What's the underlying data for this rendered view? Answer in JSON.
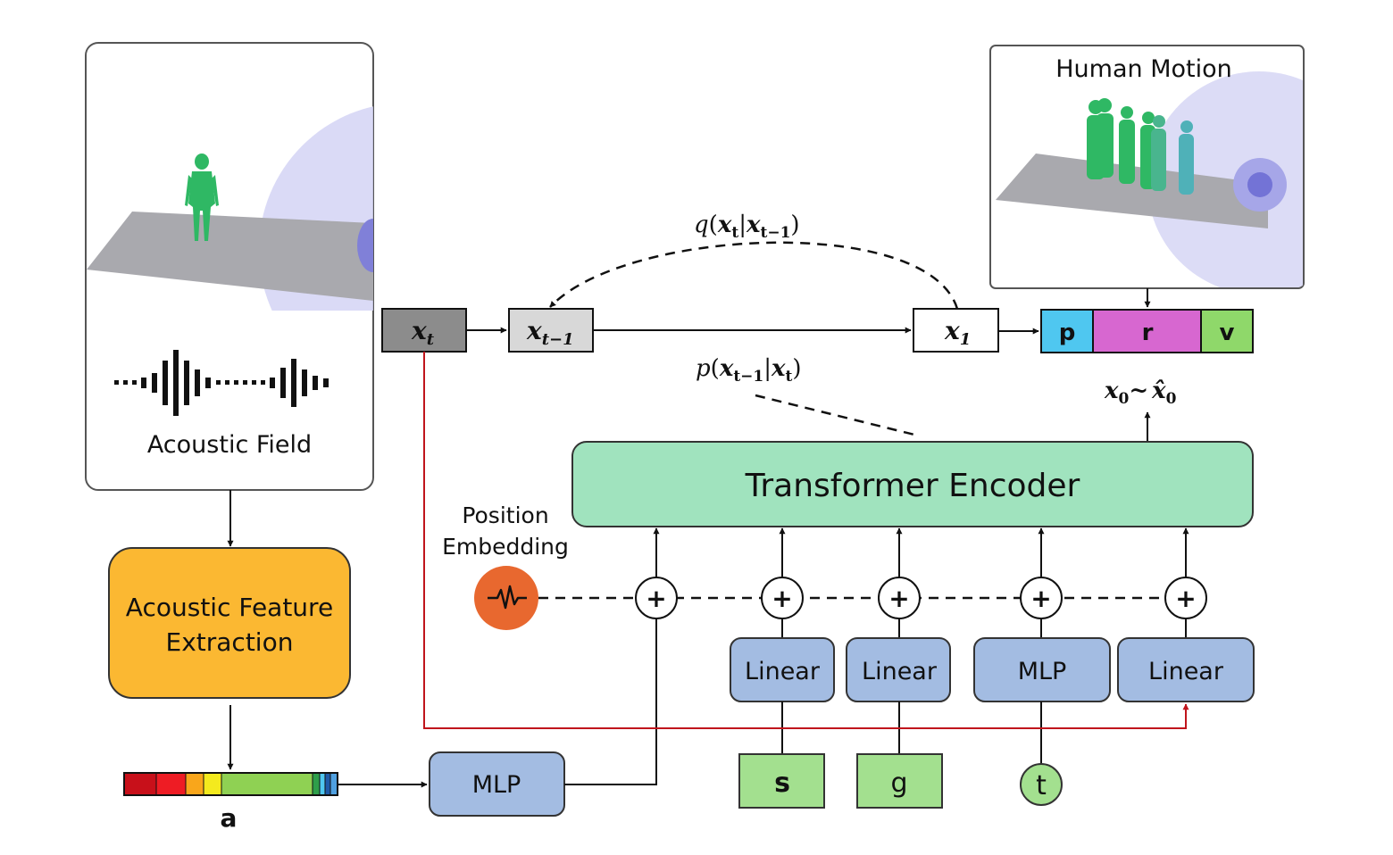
{
  "panels": {
    "acoustic_field": {
      "label": "Acoustic Field"
    },
    "human_motion": {
      "label": "Human Motion"
    }
  },
  "blocks": {
    "feature_extraction": {
      "line1": "Acoustic Feature",
      "line2": "Extraction"
    },
    "transformer": {
      "label": "Transformer Encoder"
    },
    "position_embedding": {
      "line1": "Position",
      "line2": "Embedding"
    },
    "mlp_audio": {
      "label": "MLP"
    },
    "linear_s": {
      "label": "Linear"
    },
    "linear_g": {
      "label": "Linear"
    },
    "mlp_t": {
      "label": "MLP"
    },
    "linear_x": {
      "label": "Linear"
    }
  },
  "inputs": {
    "s": "s",
    "g": "g",
    "t": "t",
    "a": "a"
  },
  "plus_sign": "+",
  "states": {
    "xt": {
      "base": "x",
      "sub": "t"
    },
    "xt1": {
      "base": "x",
      "sub": "t−1"
    },
    "x1": {
      "base": "x",
      "sub": "1"
    }
  },
  "equations": {
    "forward": {
      "fn": "q",
      "open": "(",
      "a": "x",
      "a_sub": "t",
      "bar": "|",
      "b": "x",
      "b_sub": "t−1",
      "close": ")"
    },
    "reverse": {
      "fn": "p",
      "open": "(",
      "a": "x",
      "a_sub": "t−1",
      "bar": "|",
      "b": "x",
      "b_sub": "t",
      "close": ")"
    },
    "output": {
      "a": "x",
      "a_sub": "0",
      "tilde": "~",
      "b": "x̂",
      "b_sub": "0"
    }
  },
  "motion_vector": {
    "p": "p",
    "r": "r",
    "v": "v"
  },
  "colors": {
    "feature_block": "#fbb832",
    "transformer": "#a0e3be",
    "blue_block": "#a3bce2",
    "green_input": "#a3e08f",
    "position_orange": "#e8682f",
    "red_line": "#c0151c",
    "p_cell": "#4fc7f0",
    "r_cell": "#d767d0",
    "v_cell": "#8fd86a"
  }
}
